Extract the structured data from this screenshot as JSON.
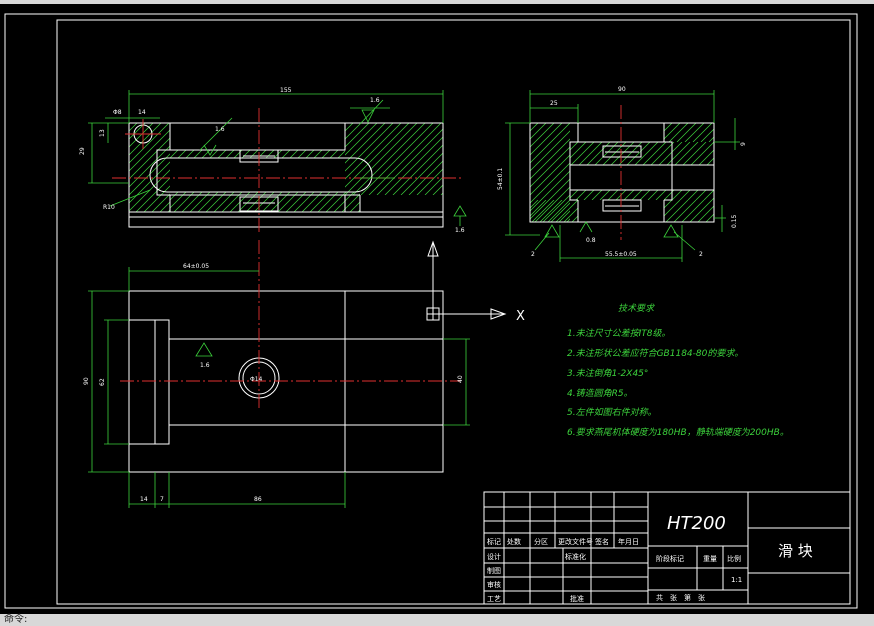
{
  "drawing": {
    "tech_title": "技术要求",
    "tech_notes": [
      "1.未注尺寸公差按IT8级。",
      "2.未注形状公差应符合GB1184-80的要求。",
      "3.未注倒角1-2X45°",
      "4.铸造圆角R5。",
      "5.左件如图右件对称。",
      "6.要求燕尾机体硬度为180HB，静轨端硬度为200HB。"
    ],
    "material": "HT200",
    "part_name": "滑 块",
    "axis_label": "X",
    "dimensions": {
      "top_length": "155",
      "hole_dia": "Φ8",
      "left_14": "14",
      "left_13": "13",
      "left_29": "29",
      "r10": "R10",
      "side_90": "90",
      "side_25": "25",
      "side_fit": "9",
      "side_height": "54±0.1",
      "side_base": "55.5±0.05",
      "side_08": "0.8",
      "side_2a": "2",
      "side_2b": "2",
      "side_015": "0.15",
      "plan_64": "64±0.05",
      "plan_90": "90",
      "plan_62": "62",
      "plan_40": "40",
      "plan_14": "14",
      "plan_7": "7",
      "plan_86": "86",
      "plan_circle": "Φ14",
      "rough_a": "1.6",
      "rough_b": "1.6",
      "rough_c": "1.6",
      "rough_d": "1.6"
    },
    "title_block": {
      "row_labels": [
        "标记",
        "处数",
        "分区",
        "更改文件号",
        "签名",
        "年月日"
      ],
      "left_labels": [
        "设计",
        "制图",
        "审核",
        "工艺"
      ],
      "std_label": "标准化",
      "approve_label": "批准",
      "stage_label": "阶段标记",
      "weight_label": "重量",
      "scale_label": "比例",
      "scale_value": "1:1",
      "sheet_text": "共　张　第　张"
    }
  },
  "statusbar": {
    "text": "命令:"
  },
  "colors": {
    "background": "#000000",
    "outline": "#ffffff",
    "dimension": "#3cd23c",
    "centerline": "#e03030"
  }
}
